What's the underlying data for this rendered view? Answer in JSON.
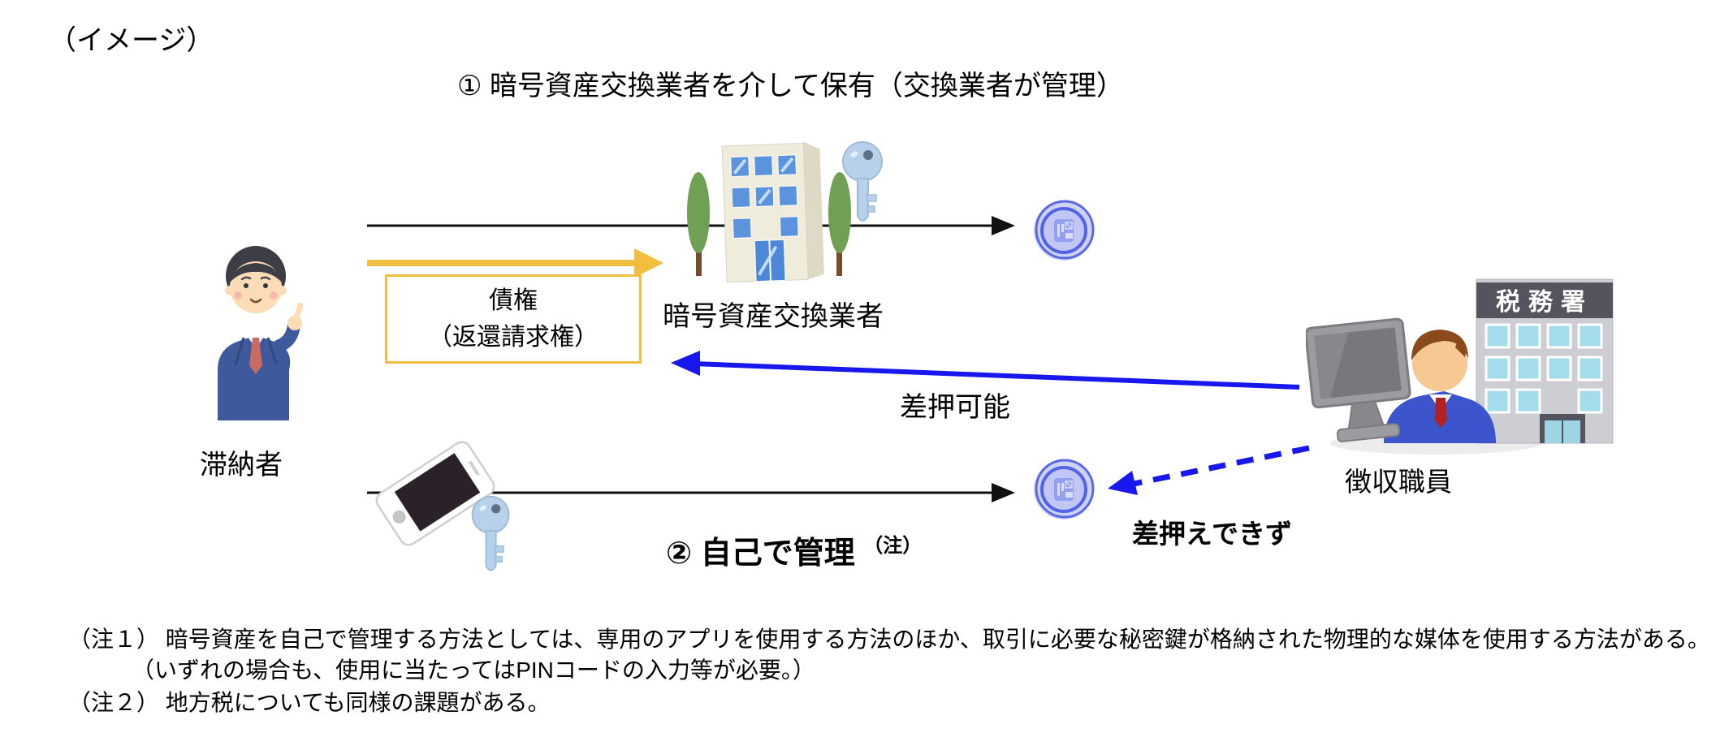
{
  "page": {
    "annotation": "（イメージ）"
  },
  "flow1": {
    "title": "① 暗号資産交換業者を介して保有（交換業者が管理）",
    "claim_box": {
      "line1": "債権",
      "line2": "（返還請求権）"
    },
    "seizure_label": "差押可能"
  },
  "flow2": {
    "title": "② 自己で管理",
    "note_ref": "（注）",
    "no_seizure_label": "差押えできず"
  },
  "actors": {
    "taxpayer_label": "滞納者",
    "exchange_label": "暗号資産交換業者",
    "collector_label": "徴収職員",
    "tax_office_sign": "税務署"
  },
  "icons": {
    "key": "key-icon",
    "coin": "crypto-coin-icon",
    "smartphone": "smartphone-icon",
    "exchange_building": "office-building-icon",
    "tax_office": "tax-office-building-icon",
    "monitor": "computer-monitor-icon",
    "taxpayer": "taxpayer-person-icon",
    "collector": "collector-person-icon"
  },
  "notes": {
    "note1_line1": "（注１） 暗号資産を自己で管理する方法としては、専用のアプリを使用する方法のほか、取引に必要な秘密鍵が格納された物理的な媒体を使用する方法がある。",
    "note1_line2": "（いずれの場合も、使用に当たってはPINコードの入力等が必要。）",
    "note2": "（注２） 地方税についても同様の課題がある。"
  },
  "colors": {
    "claim_accent": "#F2BE40",
    "seizure_blue": "#1717EE",
    "coin_ring_blue": "#5263E8",
    "arrow_black": "#111111"
  }
}
